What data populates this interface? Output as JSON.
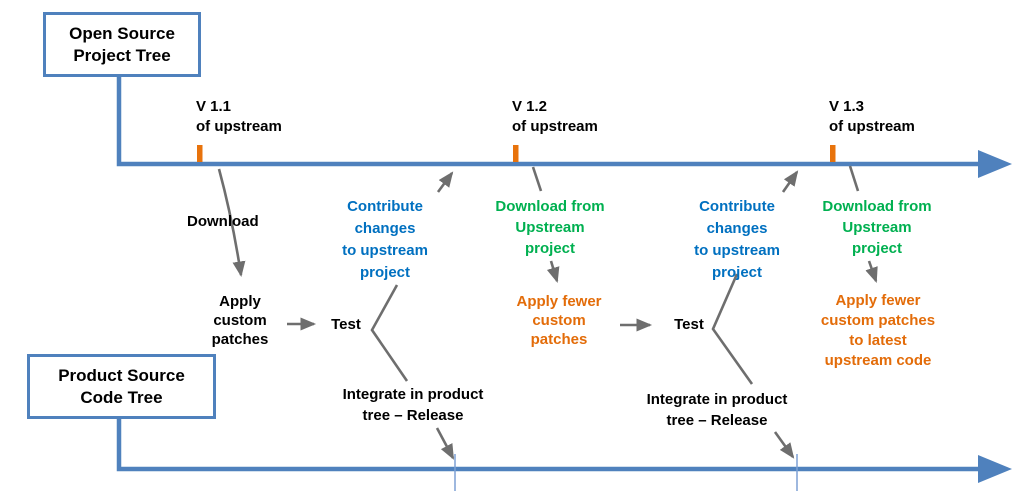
{
  "diagram": {
    "top_box": "Open Source\nProject Tree",
    "bottom_box": "Product Source\nCode Tree",
    "versions": [
      "V 1.1\nof upstream",
      "V 1.2\nof upstream",
      "V 1.3\nof upstream"
    ],
    "labels": {
      "download": "Download",
      "apply_custom_patches": "Apply\ncustom\npatches",
      "test1": "Test",
      "test2": "Test",
      "contribute_changes1": "Contribute\nchanges\nto upstream\nproject",
      "contribute_changes2": "Contribute\nchanges\nto upstream\nproject",
      "download_from_upstream1": "Download from\nUpstream\nproject",
      "download_from_upstream2": "Download from\nUpstream\nproject",
      "apply_fewer_custom_patches": "Apply fewer\ncustom\npatches",
      "apply_fewer_latest": "Apply fewer\ncustom patches\nto latest\nupstream code",
      "integrate_release1": "Integrate in product\ntree – Release",
      "integrate_release2": "Integrate in product\ntree – Release"
    },
    "colors": {
      "timeline_blue": "#4F81BD",
      "version_tick_orange": "#E8730C",
      "contribute_text_blue": "#0070C0",
      "download_text_green": "#00B050",
      "patches_text_orange": "#E36C09",
      "arrow_gray": "#6E6E6E",
      "release_tick_blue": "#7DA1D4",
      "text_black": "#000000"
    }
  }
}
